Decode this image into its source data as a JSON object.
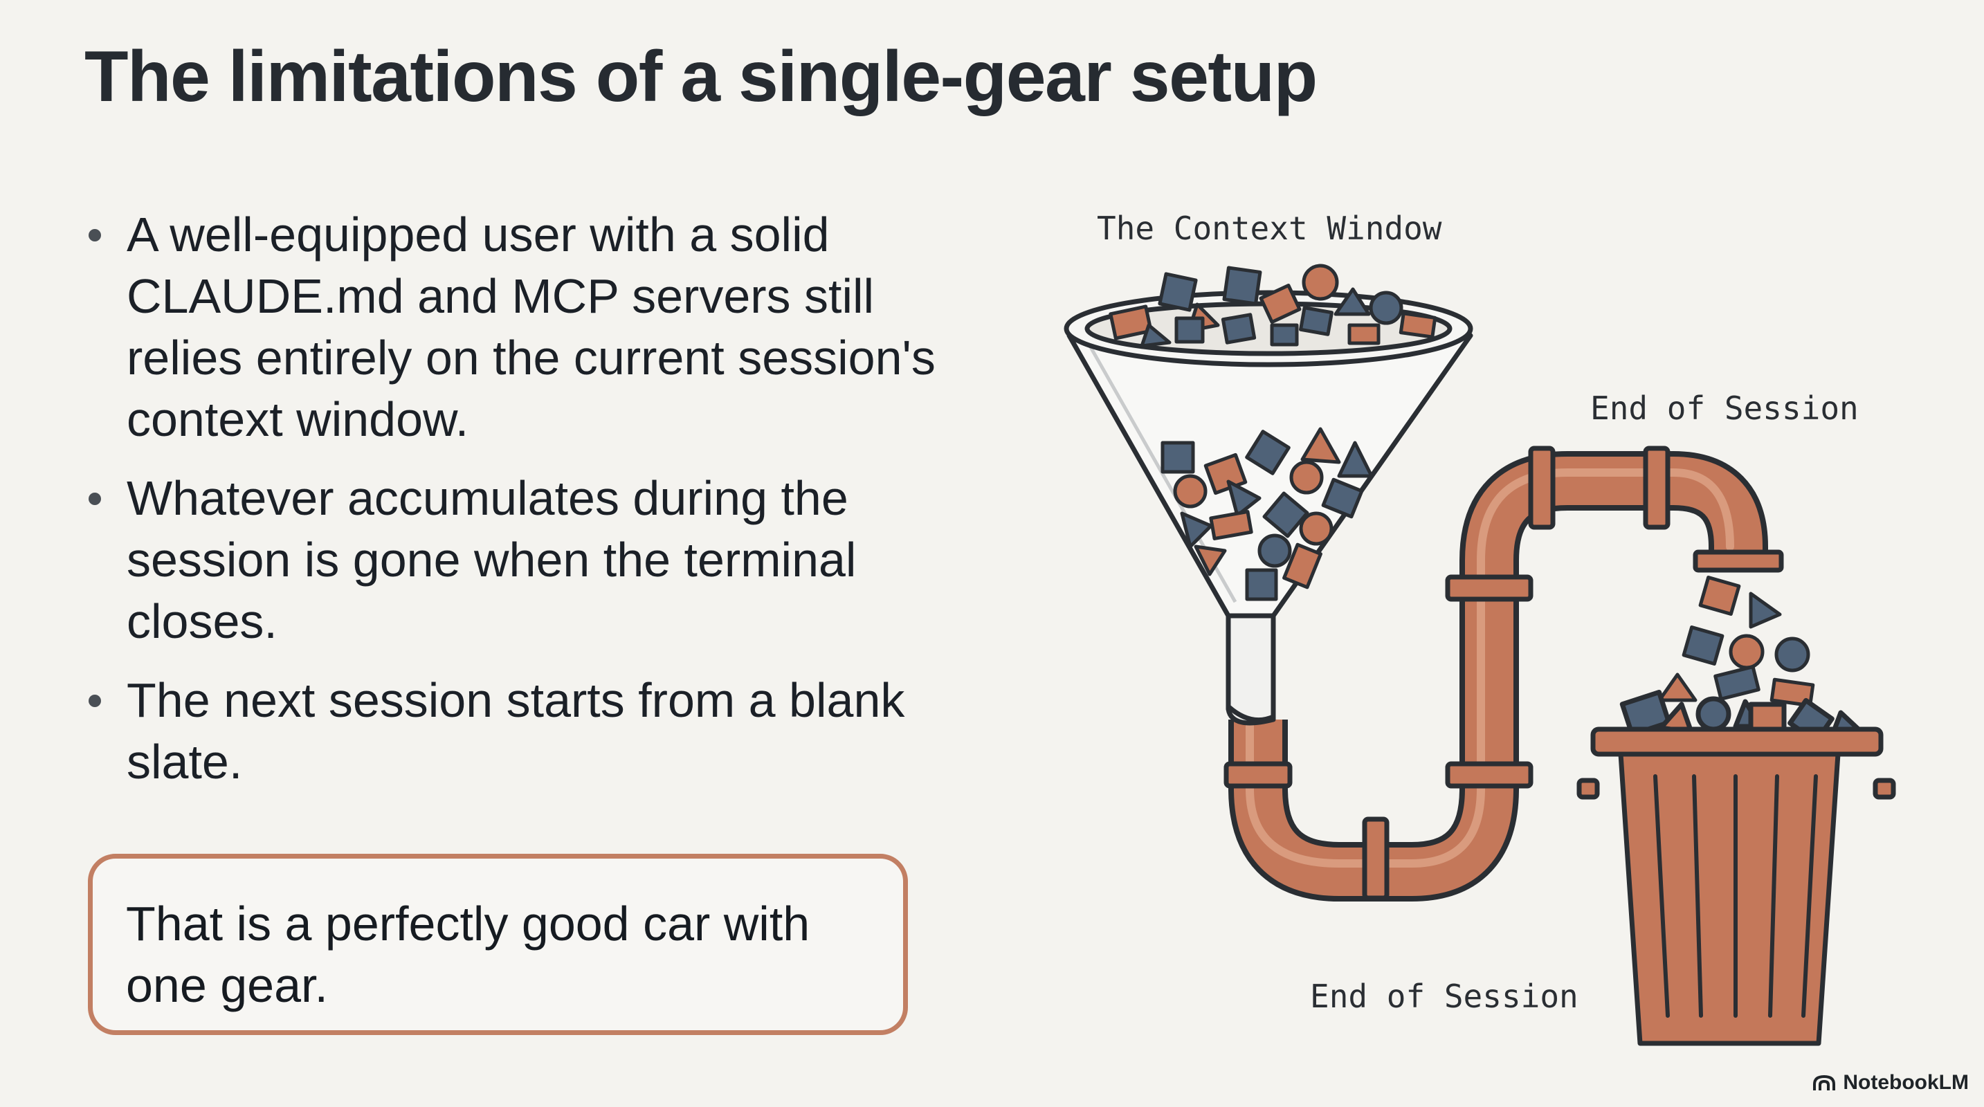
{
  "slide": {
    "title": "The limitations of a single-gear setup",
    "bullets": [
      "A well-equipped user with a solid CLAUDE.md and MCP servers still relies entirely on the current session's context window.",
      "Whatever accumulates during the session is gone when the terminal closes.",
      "The next session starts from a blank slate."
    ],
    "callout": "That is a perfectly good car with one gear."
  },
  "diagram": {
    "funnel_label": "The Context Window",
    "pipe_label": "End of Session",
    "bin_label": "End of Session"
  },
  "footer": {
    "brand": "NotebookLM"
  },
  "colors": {
    "background": "#f4f3ef",
    "copper": "#c4785a",
    "slate": "#4f6278",
    "outline": "#2a2e33",
    "callout_border": "#c27f63"
  },
  "icons": {
    "brand": "notebooklm-logo-icon"
  }
}
